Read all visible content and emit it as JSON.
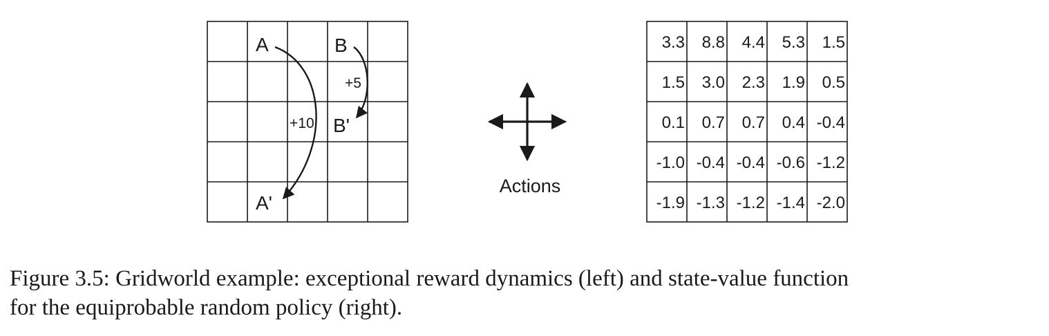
{
  "left_grid": {
    "labels": {
      "A": "A",
      "B": "B",
      "A_prime": "A'",
      "B_prime": "B'"
    },
    "rewards": {
      "from_A": "+10",
      "from_B": "+5"
    }
  },
  "actions": {
    "label": "Actions",
    "directions": [
      "up",
      "down",
      "left",
      "right"
    ]
  },
  "value_grid": {
    "rows": [
      [
        "3.3",
        "8.8",
        "4.4",
        "5.3",
        "1.5"
      ],
      [
        "1.5",
        "3.0",
        "2.3",
        "1.9",
        "0.5"
      ],
      [
        "0.1",
        "0.7",
        "0.7",
        "0.4",
        "-0.4"
      ],
      [
        "-1.0",
        "-0.4",
        "-0.4",
        "-0.6",
        "-1.2"
      ],
      [
        "-1.9",
        "-1.3",
        "-1.2",
        "-1.4",
        "-2.0"
      ]
    ]
  },
  "caption": {
    "line1": "Figure 3.5: Gridworld example: exceptional reward dynamics (left) and state-value function",
    "line2": "for the equiprobable random policy (right)."
  },
  "colors": {
    "ink": "#1a1a1a",
    "background": "#ffffff"
  }
}
